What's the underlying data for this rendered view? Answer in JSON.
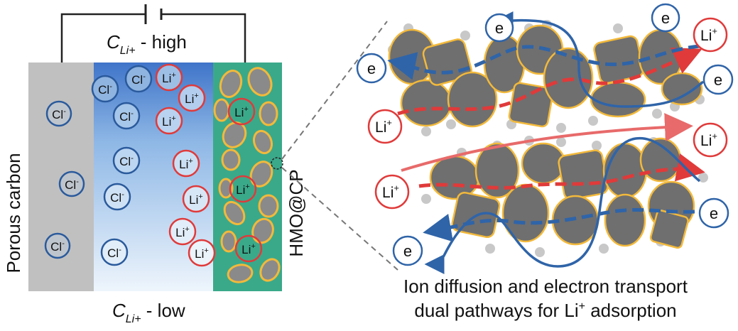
{
  "labels": {
    "top_c": "C",
    "top_sub": "Li+",
    "top_suffix": " - high",
    "bottom_c": "C",
    "bottom_sub": "Li+",
    "bottom_suffix": " - low",
    "left_electrode": "Porous carbon",
    "right_electrode": "HMO@CP",
    "caption_line1": "Ion diffusion and electron transport",
    "caption_line2_a": "dual pathways for Li",
    "caption_line2_sup": "+",
    "caption_line2_b": " adsorption"
  },
  "ions": {
    "chloride": "Cl",
    "chloride_charge": "-",
    "lithium": "Li",
    "lithium_charge": "+",
    "electron": "e"
  },
  "colors": {
    "carbon_gray": "#c0c0c0",
    "electrolyte_top": "#3f74c9",
    "electrolyte_bottom": "#eaf3fb",
    "hmo_green": "#3aa98a",
    "particle_gray": "#7a7a7a",
    "particle_outline": "#f2b93b",
    "li_red": "#e03a3a",
    "cl_blue": "#2a5a9c",
    "electron_blue": "#2f64a8",
    "ion_arrow_red": "#e85a5a"
  }
}
